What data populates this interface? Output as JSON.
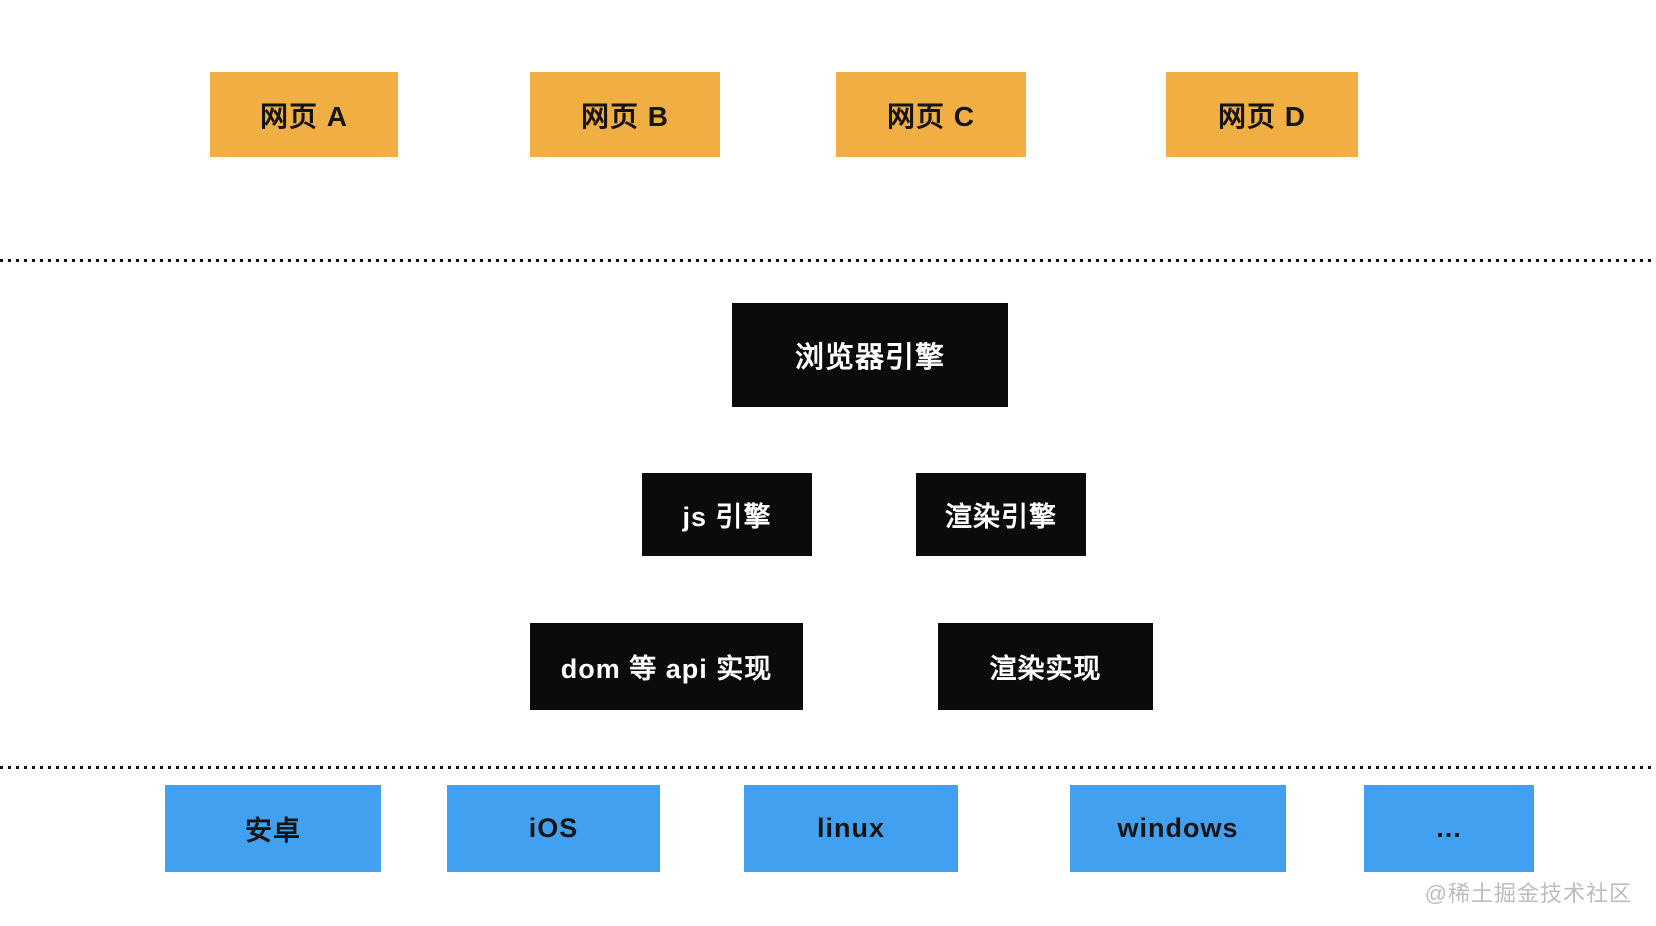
{
  "layers": {
    "webpages": {
      "items": [
        "网页 A",
        "网页 B",
        "网页 C",
        "网页 D"
      ]
    },
    "browser": {
      "browser_engine": "浏览器引擎",
      "js_engine": "js 引擎",
      "render_engine": "渲染引擎",
      "dom_api_impl": "dom 等 api 实现",
      "render_impl": "渲染实现"
    },
    "platforms": {
      "items": [
        "安卓",
        "iOS",
        "linux",
        "windows",
        "..."
      ]
    }
  },
  "watermark": {
    "label": "@稀土掘金技术社区"
  },
  "colors": {
    "background": "#FFFFFF",
    "webpage_fill": "#F1AF43",
    "engine_fill": "#0B0B0B",
    "engine_text": "#FFFFFF",
    "platform_fill": "#42A0F0",
    "box_text": "#141414",
    "separator_dots": "#141414",
    "watermark_text": "#BDBDBD"
  }
}
